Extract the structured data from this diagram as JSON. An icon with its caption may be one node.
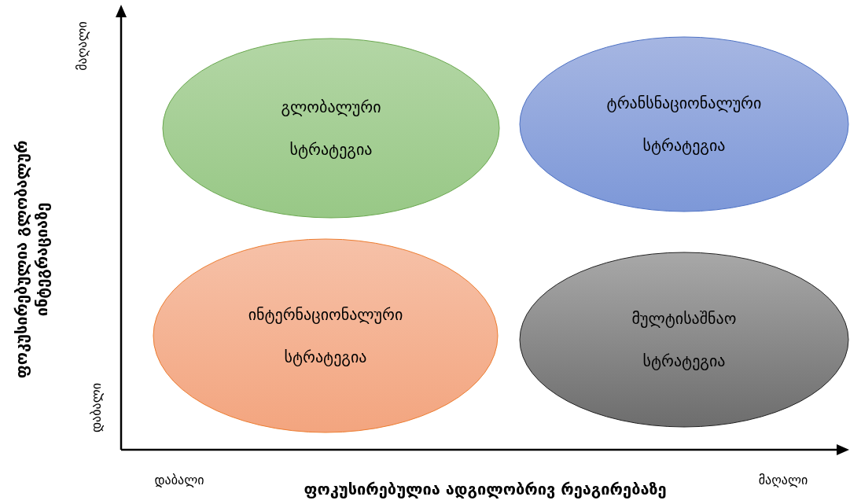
{
  "diagram": {
    "nodes": [
      {
        "text": [
          "გლობალური სტრატეგია"
        ]
      },
      {
        "text": [
          "ტრანსნაციონალური სტრატეგია"
        ]
      },
      {
        "text": [
          "ინტერნაციონალური სტრატეგია"
        ]
      },
      {
        "text": [
          "მულტისაშნაო სტრატეგია"
        ]
      }
    ],
    "labels": [
      "მაღალი",
      "ფოკუსირებულია გლობალურ ინტეგრაციაზე",
      "დაბალი",
      "დაბალი",
      "ფოკუსირებულია ადგილობრივ რეაგირებაზე",
      "მაღალი"
    ]
  }
}
